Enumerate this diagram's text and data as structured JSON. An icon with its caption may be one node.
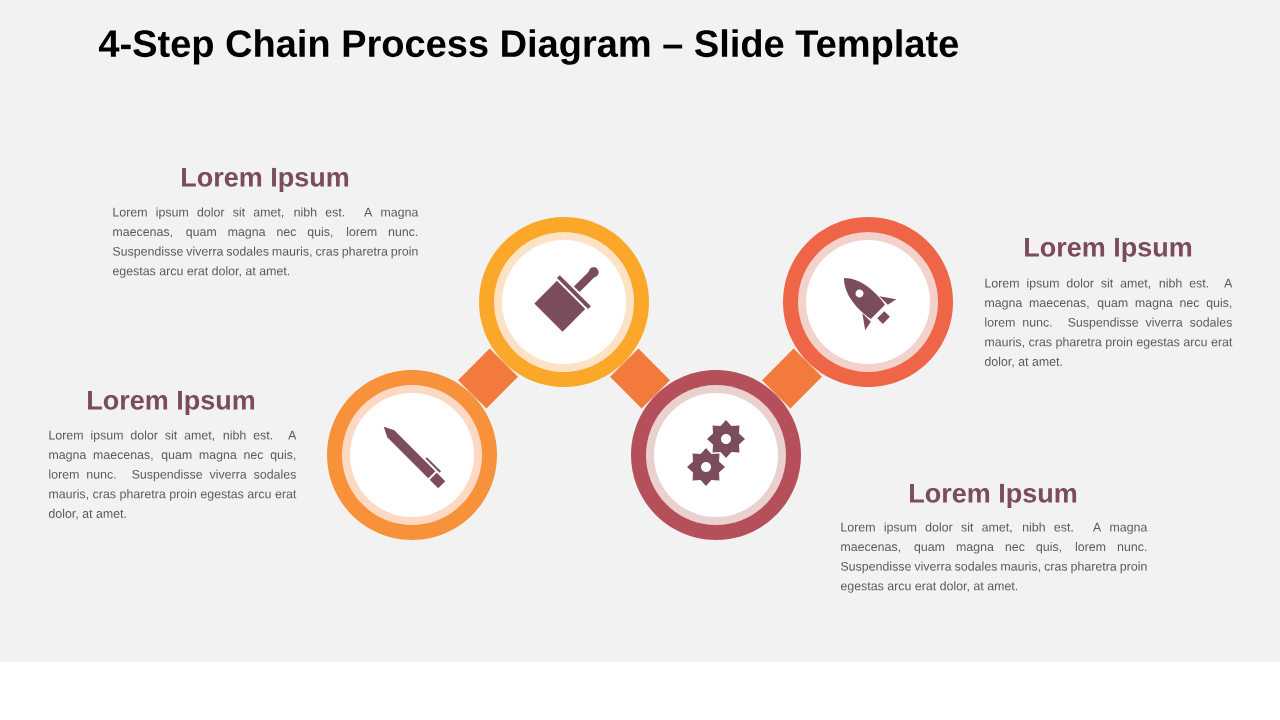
{
  "diagram": {
    "title": "4-Step Chain Process Diagram – Slide Template",
    "nodes": [
      {
        "text": [],
        "shape": "circle"
      },
      {
        "text": [],
        "shape": "circle"
      },
      {
        "text": [],
        "shape": "circle"
      },
      {
        "text": [],
        "shape": "circle"
      }
    ],
    "edges": [
      {
        "from": 0,
        "to": 1,
        "arrow": "none"
      },
      {
        "from": 1,
        "to": 2,
        "arrow": "none"
      },
      {
        "from": 2,
        "to": 3,
        "arrow": "none"
      }
    ],
    "labels": [
      "Lorem Ipsum",
      "Lorem ipsum dolor sit amet, nibh est. A magna maecenas, quam magna nec quis, lorem nunc. Suspendisse viverra sodales mauris, cras pharetra proin egestas arcu erat dolor, at amet.",
      "Lorem Ipsum",
      "Lorem ipsum dolor sit amet, nibh est. A magna maecenas, quam magna nec quis, lorem nunc. Suspendisse viverra sodales mauris, cras pharetra proin egestas arcu erat dolor, at amet.",
      "Lorem Ipsum",
      "Lorem ipsum dolor sit amet, nibh est. A magna maecenas, quam magna nec quis, lorem nunc. Suspendisse viverra sodales mauris, cras pharetra proin egestas arcu erat dolor, at amet.",
      "Lorem Ipsum",
      "Lorem ipsum dolor sit amet, nibh est. A magna maecenas, quam magna nec quis, lorem nunc. Suspendisse viverra sodales mauris, cras pharetra proin egestas arcu erat dolor, at amet."
    ]
  }
}
